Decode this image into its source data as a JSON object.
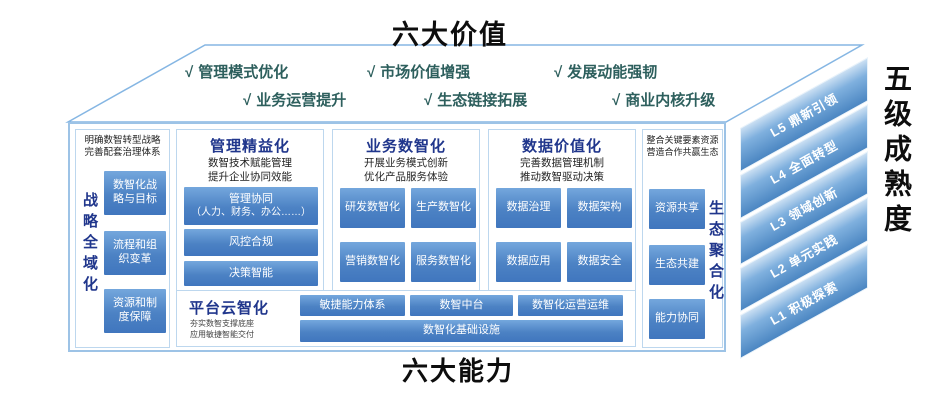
{
  "colors": {
    "box_blue": "#4076be",
    "accent_navy": "#20368c",
    "value_teal": "#2d5f5d",
    "border_blue": "#9dc3e6",
    "bar_blue": "#4b86c2"
  },
  "top": {
    "title": "六大价值",
    "check": "√",
    "values": [
      "管理模式优化",
      "市场价值增强",
      "发展动能强韧",
      "业务运营提升",
      "生态链接拓展",
      "商业内核升级"
    ]
  },
  "bottom": {
    "title": "六大能力"
  },
  "maturity": {
    "title": "五级成熟度",
    "levels": [
      {
        "code": "L5",
        "label": "鼎新引领"
      },
      {
        "code": "L4",
        "label": "全面转型"
      },
      {
        "code": "L3",
        "label": "领域创新"
      },
      {
        "code": "L2",
        "label": "单元实践"
      },
      {
        "code": "L1",
        "label": "积极探索"
      }
    ]
  },
  "strategy": {
    "desc1": "明确数智转型战略",
    "desc2": "完善配套治理体系",
    "vertical_label": "战略全域化",
    "boxes": [
      "数智化战略与目标",
      "流程和组织变革",
      "资源和制度保障"
    ]
  },
  "columns": [
    {
      "title": "管理精益化",
      "desc1": "数智技术赋能管理",
      "desc2": "提升企业协同效能",
      "box1_line1": "管理协同",
      "box1_line2": "（人力、财务、办公……）",
      "box2": "风控合规",
      "box3": "决策智能"
    },
    {
      "title": "业务数智化",
      "desc1": "开展业务模式创新",
      "desc2": "优化产品服务体验",
      "boxes": [
        "研发数智化",
        "生产数智化",
        "营销数智化",
        "服务数智化"
      ]
    },
    {
      "title": "数据价值化",
      "desc1": "完善数据管理机制",
      "desc2": "推动数智驱动决策",
      "boxes": [
        "数据治理",
        "数据架构",
        "数据应用",
        "数据安全"
      ]
    }
  ],
  "ecosystem": {
    "desc1": "整合关键要素资源",
    "desc2": "营造合作共赢生态",
    "vertical_label": "生态聚合化",
    "boxes": [
      "资源共享",
      "生态共建",
      "能力协同"
    ]
  },
  "platform": {
    "title": "平台云智化",
    "desc1": "夯实数智支撑底座",
    "desc2": "应用敏捷智能交付",
    "boxes": [
      "敏捷能力体系",
      "数智中台",
      "数智化运营运维"
    ],
    "wide_box": "数智化基础设施"
  }
}
